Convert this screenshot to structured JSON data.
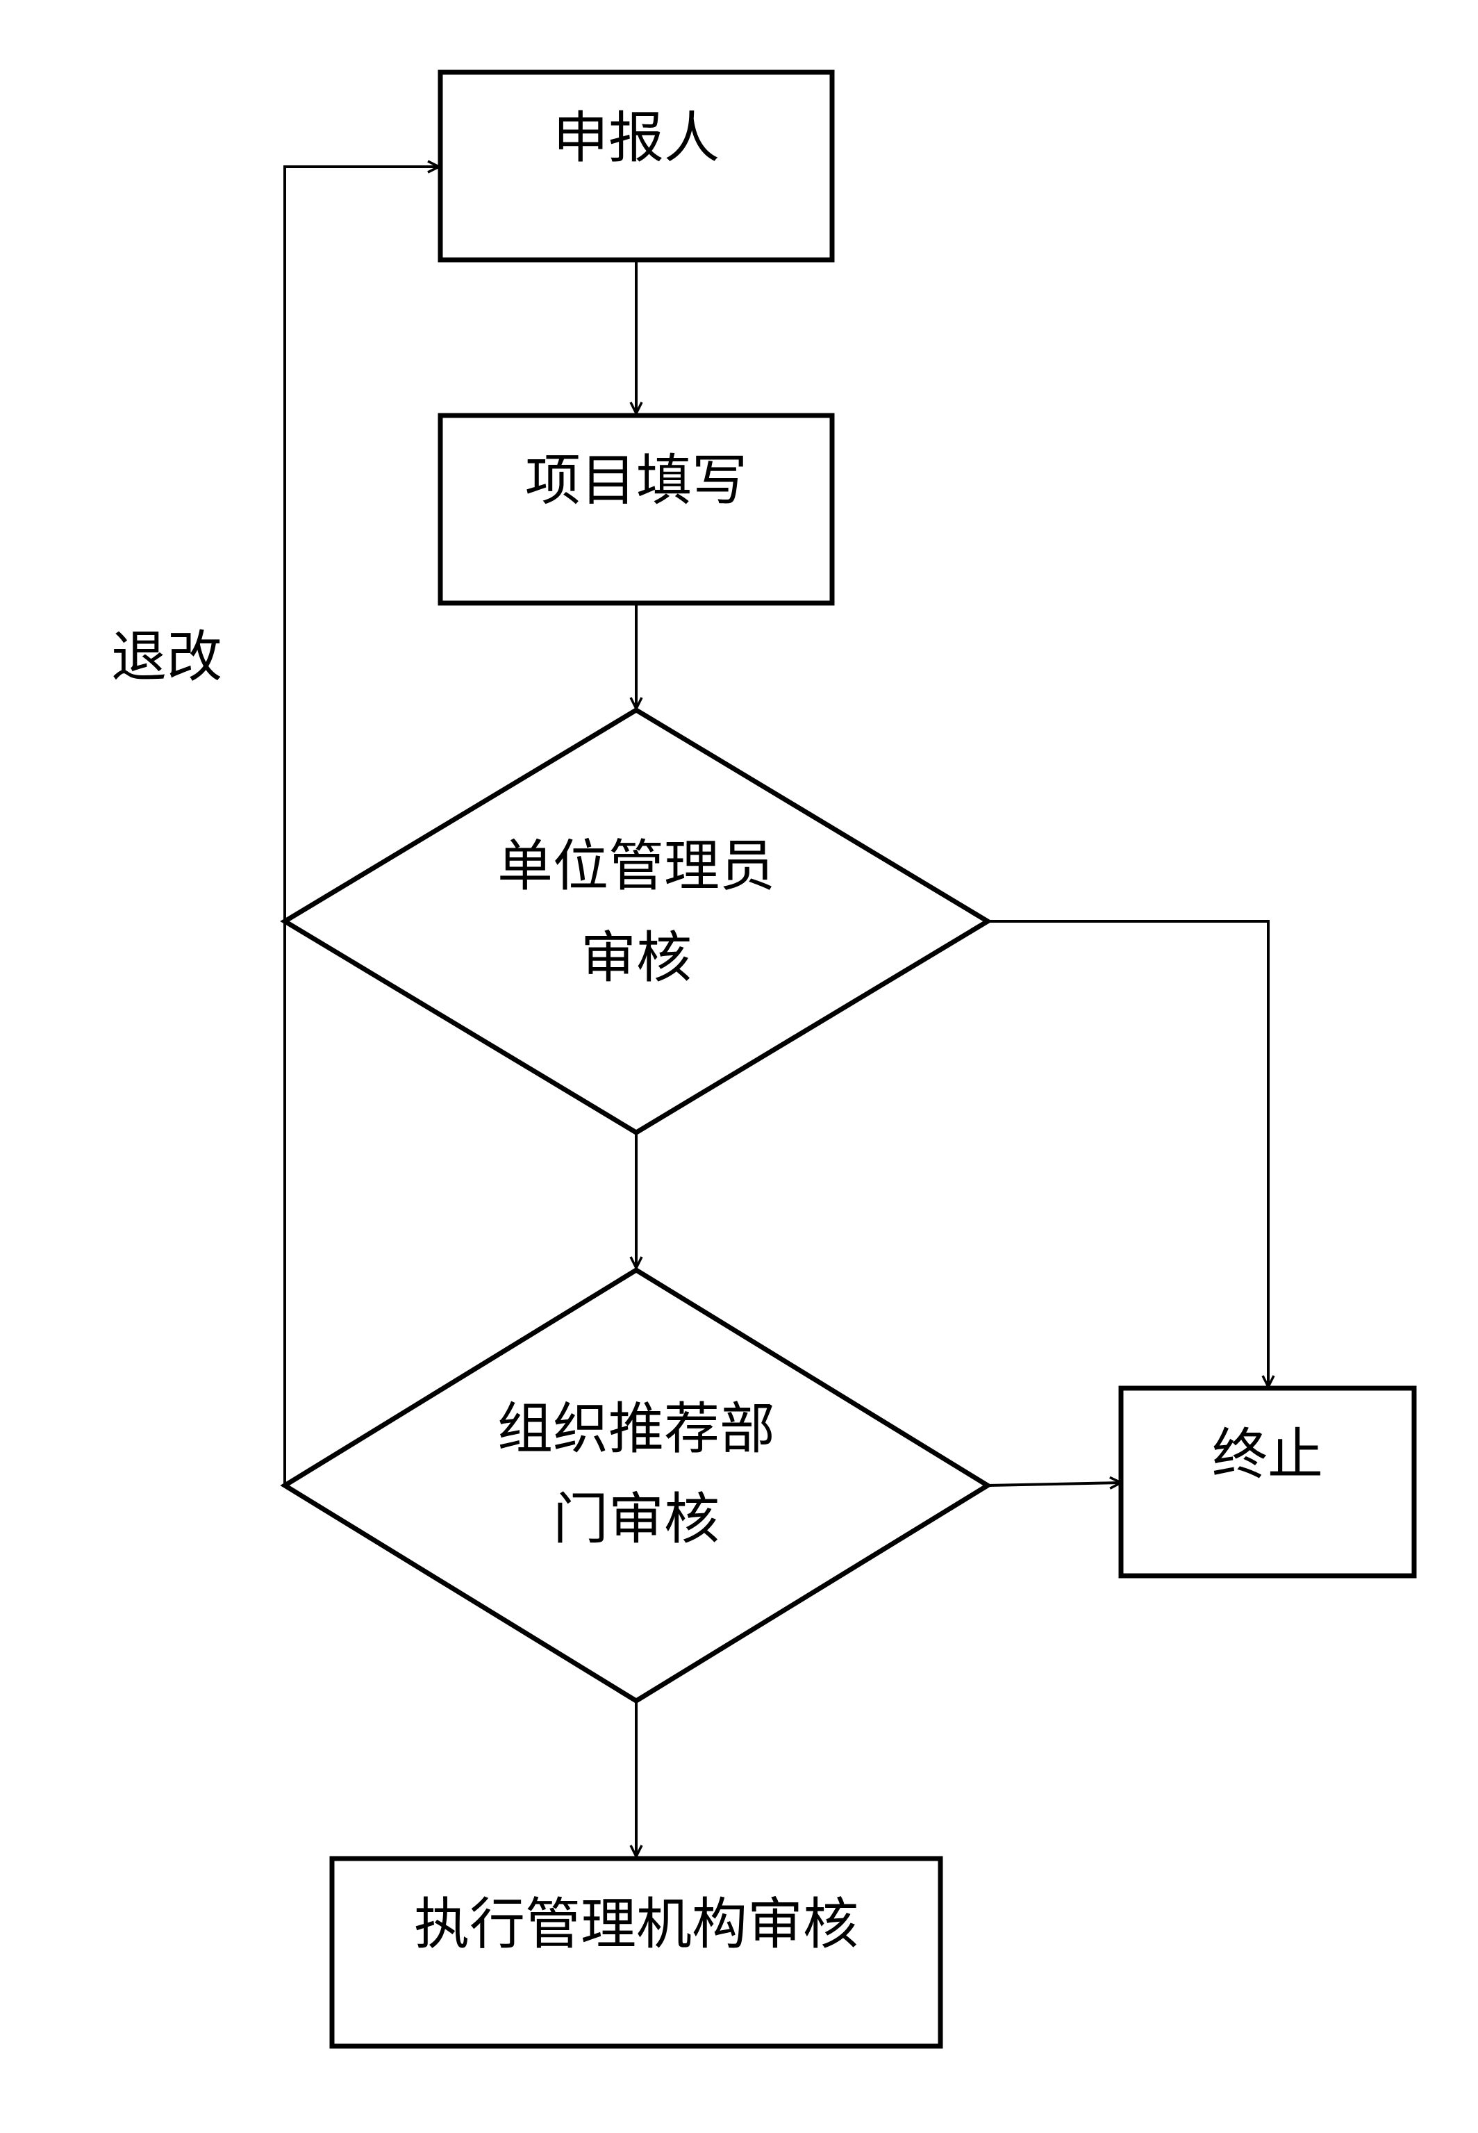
{
  "nodes": {
    "applicant": {
      "label": "申报人"
    },
    "project_fill": {
      "label": "项目填写"
    },
    "unit_admin_review": {
      "line1": "单位管理员",
      "line2": "审核"
    },
    "org_dept_review": {
      "line1": "组织推荐部",
      "line2": "门审核"
    },
    "terminate": {
      "label": "终止"
    },
    "exec_agency_review": {
      "label": "执行管理机构审核"
    }
  },
  "edges": {
    "return_label": "退改"
  }
}
